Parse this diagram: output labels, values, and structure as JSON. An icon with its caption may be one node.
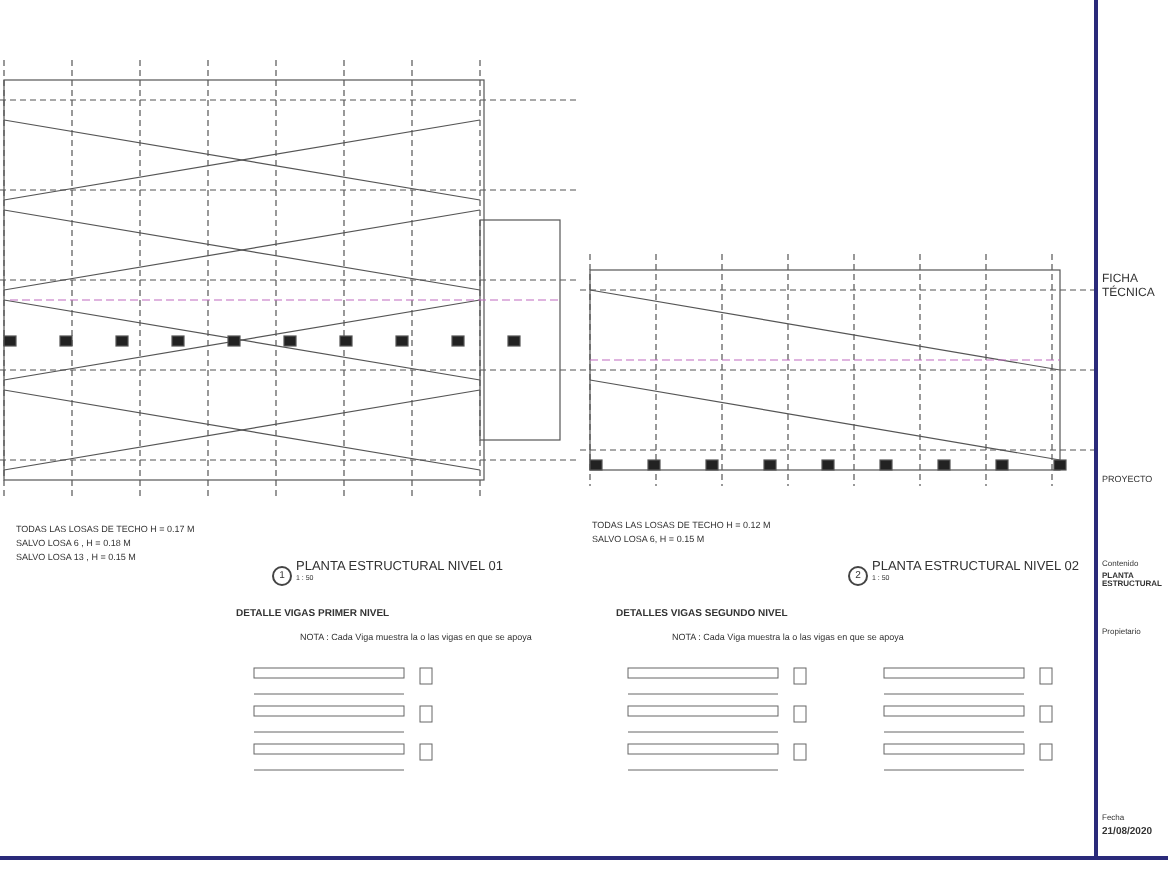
{
  "diagram": {
    "labels": [
      "TODAS LAS LOSAS DE TECHO H = 0.17 M",
      "SALVO LOSA 6 , H = 0.18 M",
      "SALVO LOSA 13 , H = 0.15 M",
      "1",
      "PLANTA ESTRUCTURAL NIVEL 01",
      "1 : 50",
      "TODAS LAS LOSAS DE TECHO H = 0.12 M",
      "SALVO LOSA 6, H = 0.15 M",
      "2",
      "PLANTA ESTRUCTURAL NIVEL 02",
      "1 : 50",
      "DETALLE VIGAS PRIMER NIVEL",
      "NOTA : Cada Viga muestra la o las vigas en que se apoya",
      "DETALLES VIGAS SEGUNDO NIVEL",
      "NOTA : Cada Viga muestra la o las vigas en que se apoya",
      "FICHA TÉCNICA",
      "PROYECTO",
      "Contenido",
      "PLANTA ESTRUCTURAL",
      "Propietario",
      "Fecha",
      "21/08/2020"
    ]
  }
}
